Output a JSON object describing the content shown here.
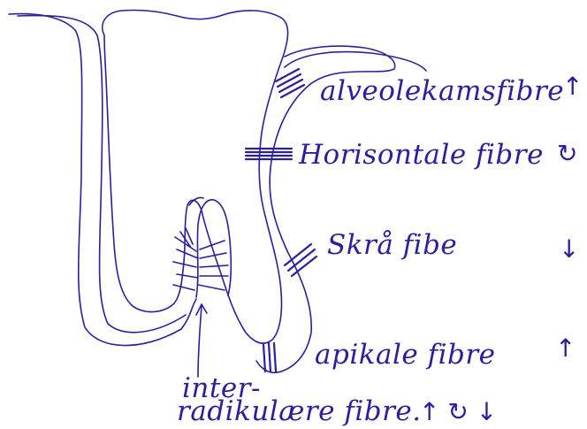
{
  "labels": {
    "alveolar_crest": "alveolekamsfibre",
    "horizontal": "Horisontale fibre",
    "oblique": "Skrå fibe",
    "apical": "apikale fibre",
    "interradicular_line1": "inter-",
    "interradicular_line2": "radikulære fibre."
  },
  "symbols": {
    "alveolar_crest": "↑",
    "horizontal": "↻",
    "oblique": "↓",
    "apical": "↑",
    "interradicular": "↑ ↻ ↓"
  },
  "colors": {
    "ink": "#2a1f9e",
    "background": "#ffffff"
  }
}
